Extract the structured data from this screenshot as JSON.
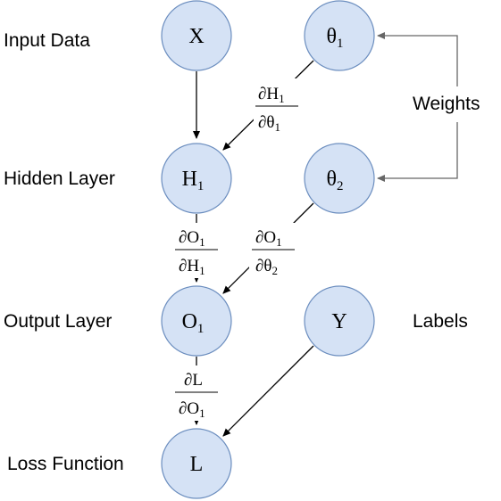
{
  "side_labels": {
    "input": "Input Data",
    "hidden": "Hidden Layer",
    "output": "Output Layer",
    "loss": "Loss Function",
    "weights": "Weights",
    "labels": "Labels"
  },
  "nodes": {
    "x": {
      "main": "X",
      "sub": ""
    },
    "theta1": {
      "main": "θ",
      "sub": "1"
    },
    "h1": {
      "main": "H",
      "sub": "1"
    },
    "theta2": {
      "main": "θ",
      "sub": "2"
    },
    "o1": {
      "main": "O",
      "sub": "1"
    },
    "y": {
      "main": "Y",
      "sub": ""
    },
    "l": {
      "main": "L",
      "sub": ""
    }
  },
  "derivatives": {
    "dH1_dtheta1": {
      "num": "∂H",
      "num_sub": "1",
      "den": "∂θ",
      "den_sub": "1"
    },
    "dO1_dH1": {
      "num": "∂O",
      "num_sub": "1",
      "den": "∂H",
      "den_sub": "1"
    },
    "dO1_dtheta2": {
      "num": "∂O",
      "num_sub": "1",
      "den": "∂θ",
      "den_sub": "2"
    },
    "dL_dO1": {
      "num": "∂L",
      "num_sub": "",
      "den": "∂O",
      "den_sub": "1"
    }
  },
  "colors": {
    "node_fill": "#d5e2f5",
    "node_stroke": "#6c8ebf",
    "edge": "#000000",
    "weights_edge": "#666666"
  }
}
